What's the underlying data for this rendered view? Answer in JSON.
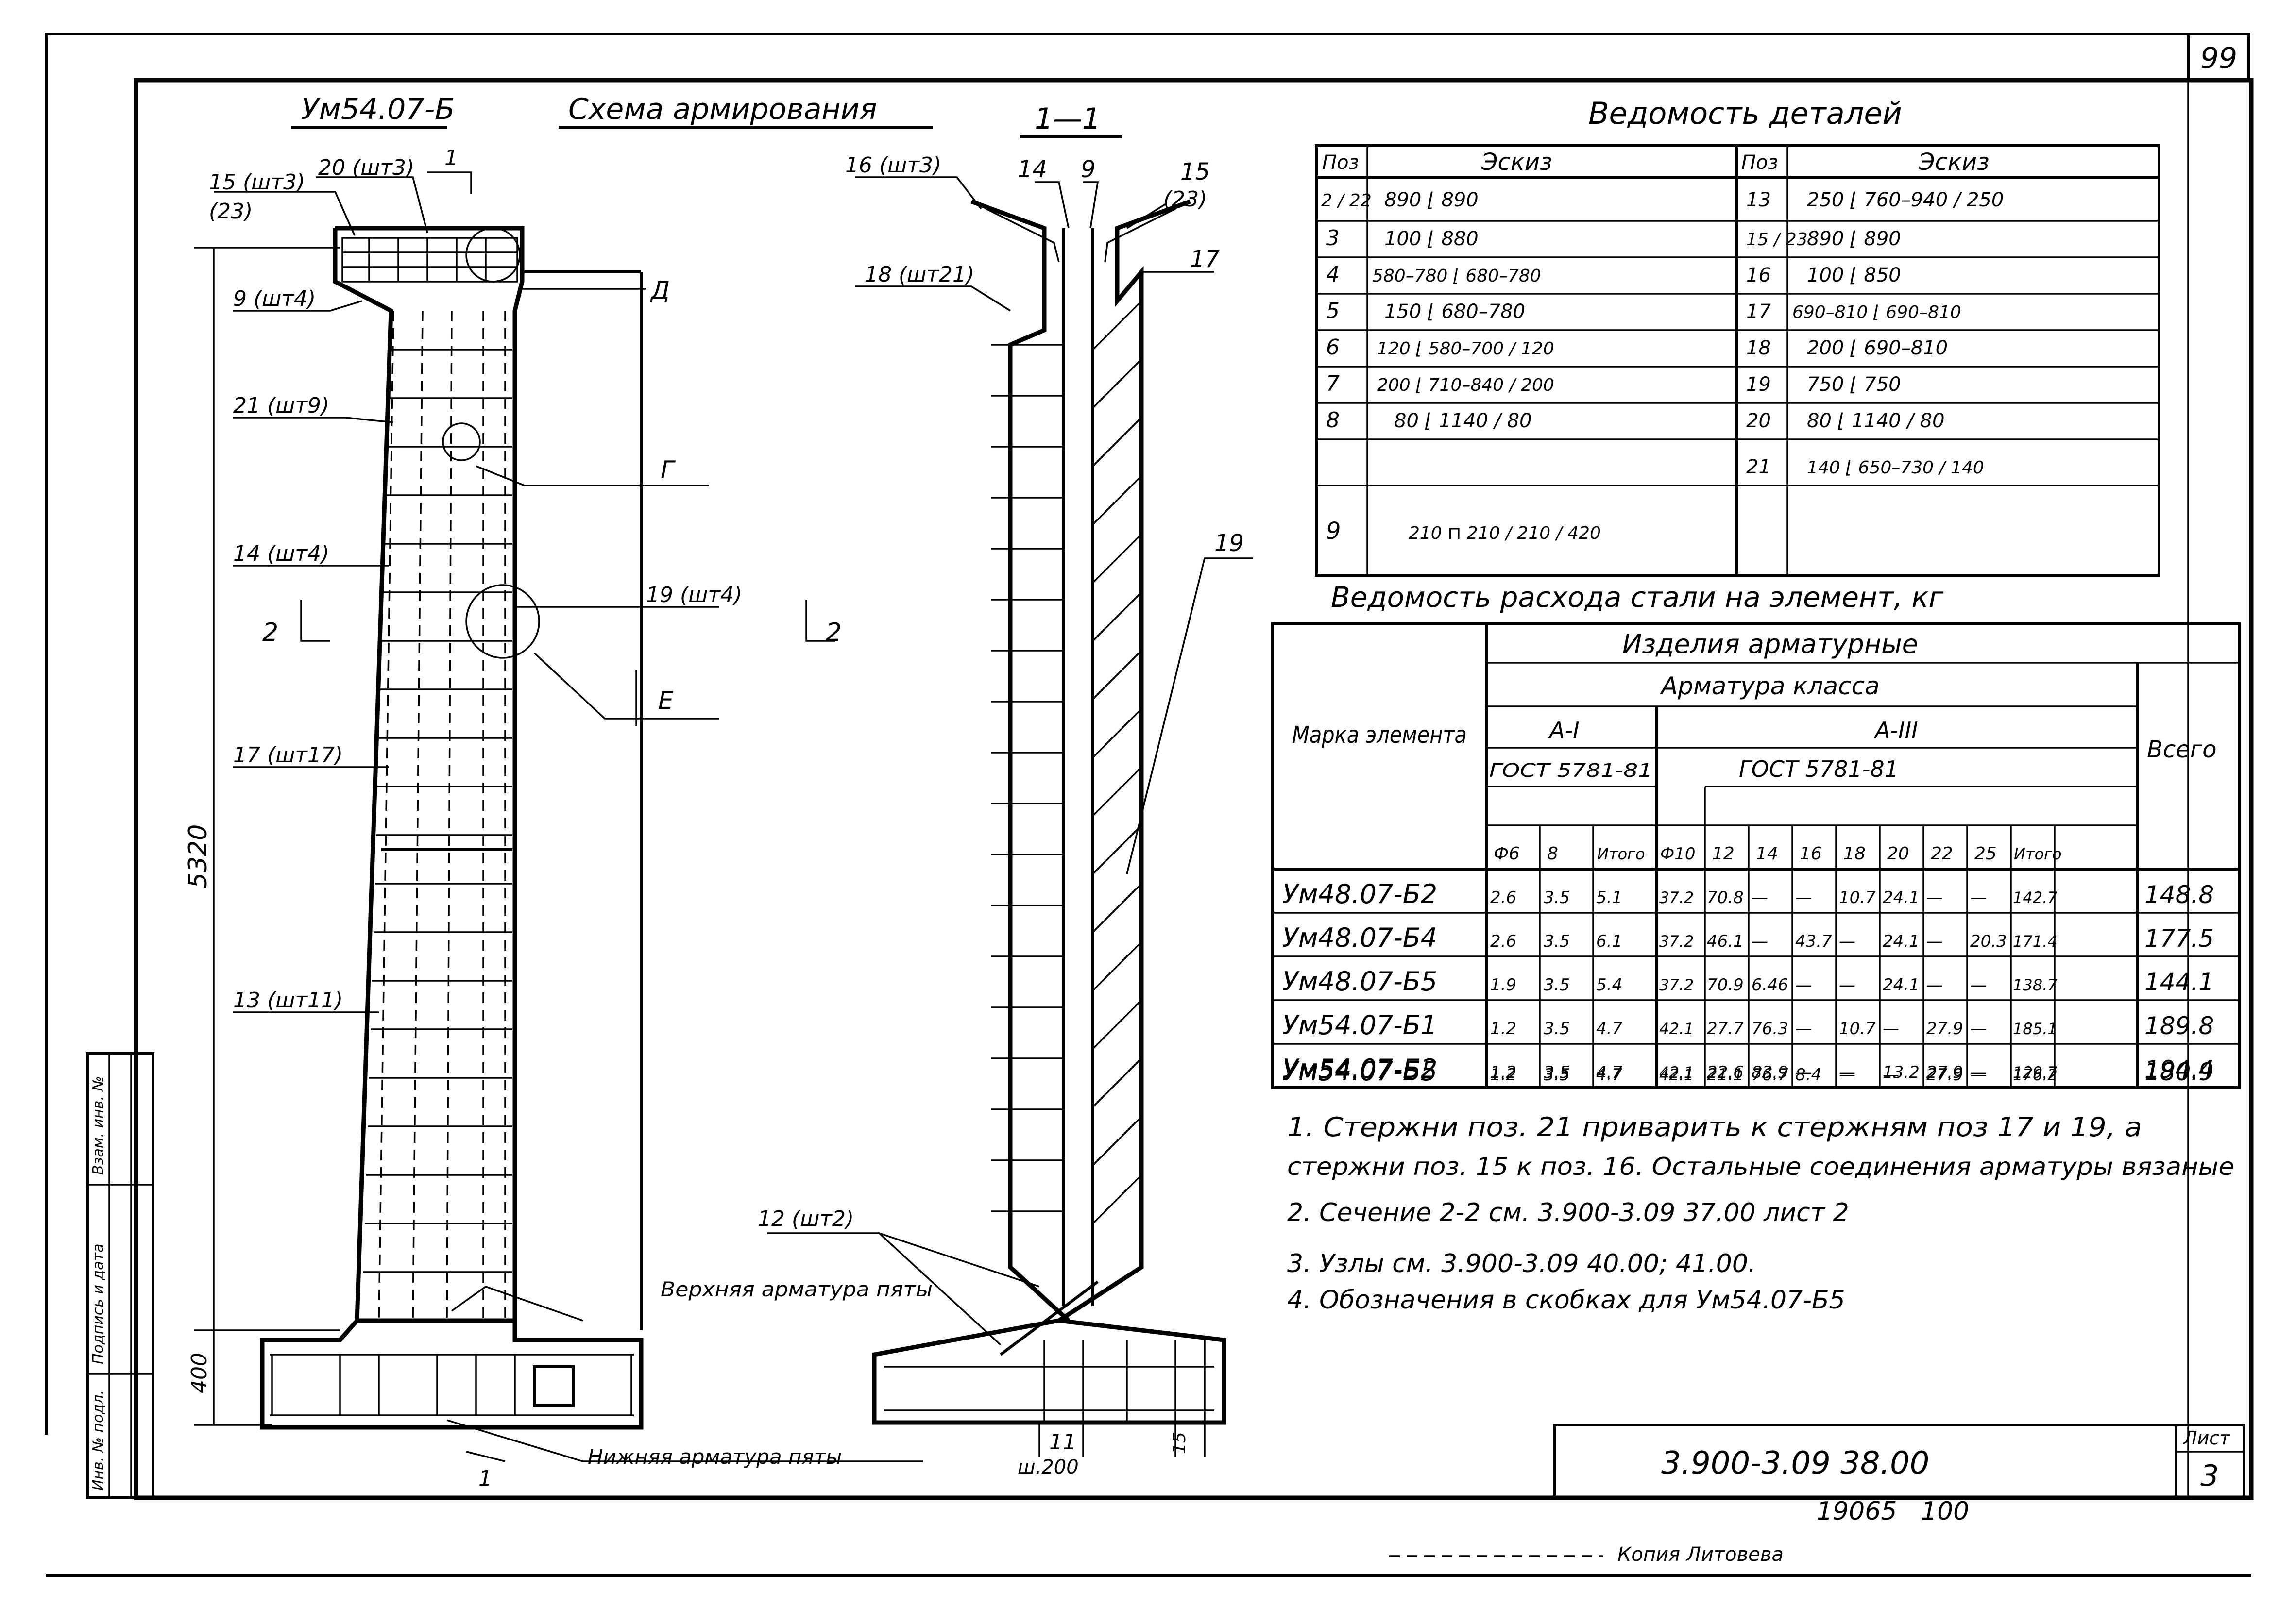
{
  "sheet_number": "99",
  "left_view": {
    "mark": "Ум54.07-Б",
    "title": "Схема армирования",
    "labels": {
      "l15": "15 (шт3)",
      "l23": "(23)",
      "l20": "20 (шт3)",
      "l9": "9 (шт4)",
      "l21": "21 (шт9)",
      "l14": "14 (шт4)",
      "l19": "19 (шт4)",
      "l17": "17 (шт17)",
      "l13": "13 (шт11)",
      "node_d": "Д",
      "node_g": "Г",
      "node_e": "Е",
      "cut_1": "1",
      "cut_2": "2",
      "height": "5320",
      "foot_height": "400",
      "top_rebar": "Верхняя арматура пяты",
      "bottom_rebar": "Нижняя арматура пяты"
    }
  },
  "section_view": {
    "title": "1—1",
    "labels": {
      "l16": "16 (шт3)",
      "l14": "14",
      "l9": "9",
      "l15": "15",
      "l23": "(23)",
      "l18": "18 (шт21)",
      "l17": "17",
      "l19": "19",
      "l12": "12 (шт2)",
      "l11": "11",
      "step": "ш.200",
      "cover": "15"
    }
  },
  "details": {
    "title": "Ведомость деталей",
    "headers": [
      "Поз",
      "Эскиз",
      "Поз",
      "Эскиз"
    ],
    "rows": [
      {
        "pos1": "2 / 22",
        "sketch1": "890 ⌊ 890",
        "pos2": "13",
        "sketch2": "250 ⌊ 760–940 / 250"
      },
      {
        "pos1": "3",
        "sketch1": "100 ⌊ 880",
        "pos2": "15 / 23",
        "sketch2": "890 ⌊ 890"
      },
      {
        "pos1": "4",
        "sketch1": "580–780 ⌊ 680–780",
        "pos2": "16",
        "sketch2": "100 ⌊ 850"
      },
      {
        "pos1": "5",
        "sketch1": "150 ⌊ 680–780",
        "pos2": "17",
        "sketch2": "690–810 ⌊ 690–810"
      },
      {
        "pos1": "6",
        "sketch1": "120 ⌊ 580–700 / 120",
        "pos2": "18",
        "sketch2": "200 ⌊ 690–810"
      },
      {
        "pos1": "7",
        "sketch1": "200 ⌊ 710–840 / 200",
        "pos2": "19",
        "sketch2": "750 ⌊ 750"
      },
      {
        "pos1": "8",
        "sketch1": "80 ⌊ 1140 / 80",
        "pos2": "20",
        "sketch2": "80 ⌊ 1140 / 80"
      },
      {
        "pos1": "9",
        "sketch1": "210 ⊓ 210 / 210 / 420",
        "pos2": "21",
        "sketch2": "140 ⌊ 650–730 / 140"
      }
    ]
  },
  "steel": {
    "title": "Ведомость расхода стали на элемент, кг",
    "h_element": "Марка элемента",
    "h_products": "Изделия арматурные",
    "h_class": "Арматура класса",
    "h_ai": "А-I",
    "h_aiii": "А-III",
    "h_gost1": "ГОСТ 5781-81",
    "h_gost2": "ГОСТ 5781-81",
    "h_total": "Всего",
    "cols": [
      "Ф6",
      "8",
      "Итого",
      "Ф10",
      "12",
      "14",
      "16",
      "18",
      "20",
      "22",
      "25",
      "Итого"
    ],
    "rows": [
      {
        "mark": "Ум48.07-Б2",
        "v": [
          "2.6",
          "3.5",
          "5.1",
          "37.2",
          "70.8",
          "—",
          "—",
          "10.7",
          "24.1",
          "—",
          "—",
          "142.7"
        ],
        "total": "148.8"
      },
      {
        "mark": "Ум48.07-Б4",
        "v": [
          "2.6",
          "3.5",
          "6.1",
          "37.2",
          "46.1",
          "—",
          "43.7",
          "—",
          "24.1",
          "—",
          "20.3",
          "171.4"
        ],
        "total": "177.5"
      },
      {
        "mark": "Ум48.07-Б5",
        "v": [
          "1.9",
          "3.5",
          "5.4",
          "37.2",
          "70.9",
          "6.46",
          "—",
          "—",
          "24.1",
          "—",
          "—",
          "138.7"
        ],
        "total": "144.1"
      },
      {
        "mark": "Ум54.07-Б1",
        "v": [
          "1.2",
          "3.5",
          "4.7",
          "42.1",
          "27.7",
          "76.3",
          "—",
          "10.7",
          "—",
          "27.9",
          "—",
          "185.1"
        ],
        "total": "189.8"
      },
      {
        "mark": "Ум54.07-Б2",
        "v": [
          "1.2",
          "3.5",
          "4.7",
          "42.1",
          "22.6",
          "83.9",
          "—",
          "—",
          "13.2",
          "27.9",
          "—",
          "129.7"
        ],
        "total": "194.4"
      },
      {
        "mark": "Ум54.07-Б5",
        "v": [
          "1.2",
          "3.5",
          "4.7",
          "42.1",
          "21.1",
          "76.7",
          "8.4",
          "—",
          "—",
          "27.9",
          "—",
          "176.2"
        ],
        "total": "180.9"
      }
    ]
  },
  "notes": [
    "1. Стержни поз. 21 приварить к стержням поз 17 и 19, а",
    "стержни поз. 15 к поз. 16. Остальные соединения арматуры вязаные",
    "2. Сечение 2-2 см. 3.900-3.09 37.00 лист 2",
    "3. Узлы см. 3.900-3.09 40.00; 41.00.",
    "4. Обозначения в скобках для Ум54.07-Б5"
  ],
  "title_block": {
    "doc_code": "3.900-3.09 38.00",
    "sheet_label": "Лист",
    "sheet_no": "3"
  },
  "side_stamp": [
    "Инв. № подл.",
    "Подпись и дата",
    "Взам. инв. №"
  ],
  "footer": {
    "order": "19065   100",
    "copied": "Копия Литовева"
  }
}
